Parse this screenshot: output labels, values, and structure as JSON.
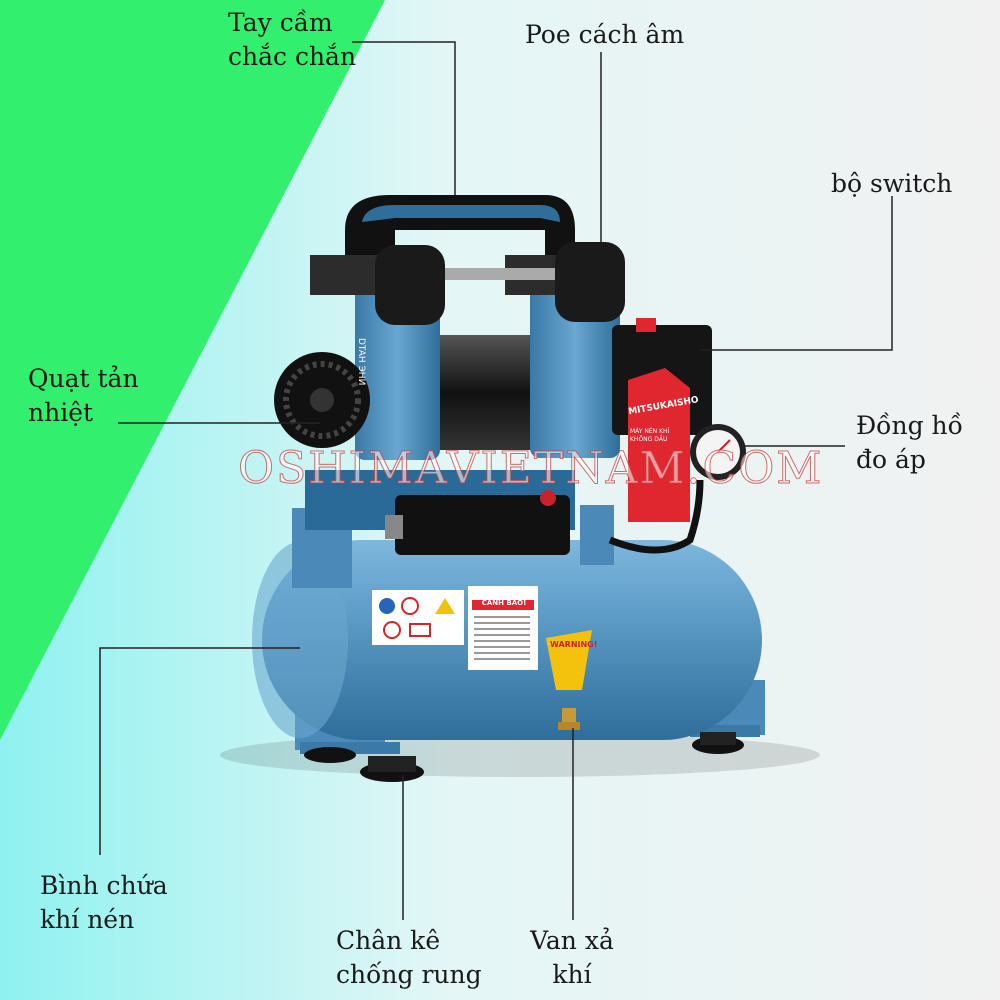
{
  "labels": {
    "handle": [
      "Tay cầm",
      "chắc chắn"
    ],
    "soundproof": [
      "Poe cách âm"
    ],
    "switch": [
      "bộ switch"
    ],
    "fan": [
      "Quạt tản",
      "nhiệt"
    ],
    "gauge": [
      "Đồng hồ",
      "đo áp"
    ],
    "tank": [
      "Bình chứa",
      "khí nén"
    ],
    "feet": [
      "Chân kê",
      "chống rung"
    ],
    "valve": [
      "Van xả",
      "khí"
    ]
  },
  "watermark": "OSHIMAVIETNAM.COM",
  "product": {
    "brand_tag": "MITSUKAISHO",
    "tag_subtitle": "MÁY NÉN KHÍ KHÔNG DẦU",
    "warning_title": "CẢNH BÁO!",
    "warning_sign": "WARNING!",
    "pump_side_text": "DTAH ЭНИ"
  },
  "colors": {
    "green": "#33ef6e",
    "cyan": "#8ff2f0",
    "body_blue": "#5f9ec9",
    "dark_blue": "#2f6d9a",
    "tag_red": "#e0262f",
    "black": "#151515"
  }
}
